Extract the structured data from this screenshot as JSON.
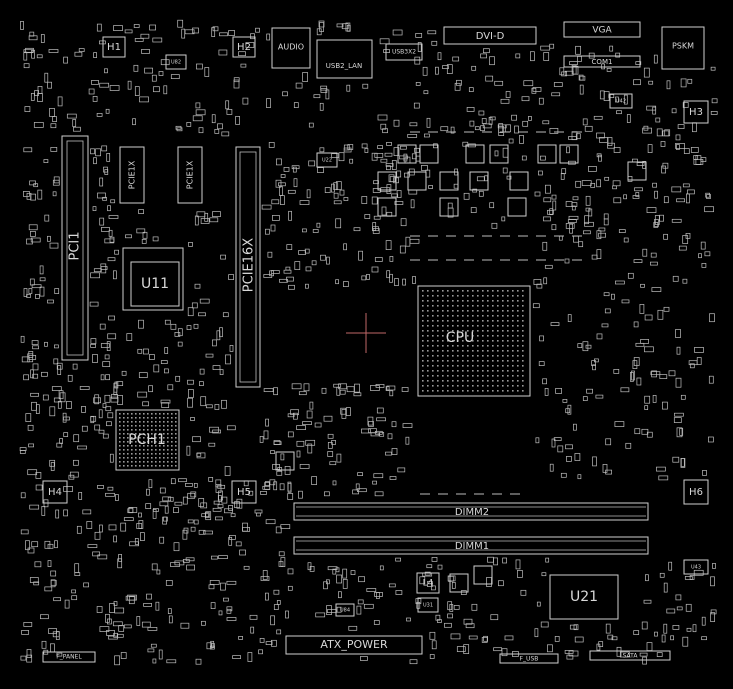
{
  "board": {
    "background": "#000000",
    "stroke_color": "#d0d0d0",
    "text_color": "#d8d8d8",
    "crosshair_color": "#c06868"
  },
  "labels": {
    "h1": "H1",
    "h2": "H2",
    "h3": "H3",
    "h4": "H4",
    "h5": "H5",
    "h6": "H6",
    "audio": "AUDIO",
    "usb2_lan": "USB2_LAN",
    "usb3": "USB3X2",
    "dvi": "DVI-D",
    "vga": "VGA",
    "com1": "COM1",
    "ps2": "PSKM",
    "pci1": "PCI1",
    "pcie16": "PCIE16X",
    "pcie1a": "PCIE1X",
    "pcie1b": "PCIE1X",
    "u11": "U11",
    "pch": "PCH1",
    "cpu": "CPU",
    "dimm2": "DIMM2",
    "dimm1": "DIMM1",
    "u21": "U21",
    "atx_power": "ATX_POWER",
    "l4": "L4",
    "u42": "U42",
    "u22": "U22",
    "u43": "U43",
    "u84": "U84",
    "u31": "U31",
    "u82": "U82",
    "f_panel": "F_PANEL",
    "f_usb": "F_USB",
    "sata": "SATA"
  }
}
